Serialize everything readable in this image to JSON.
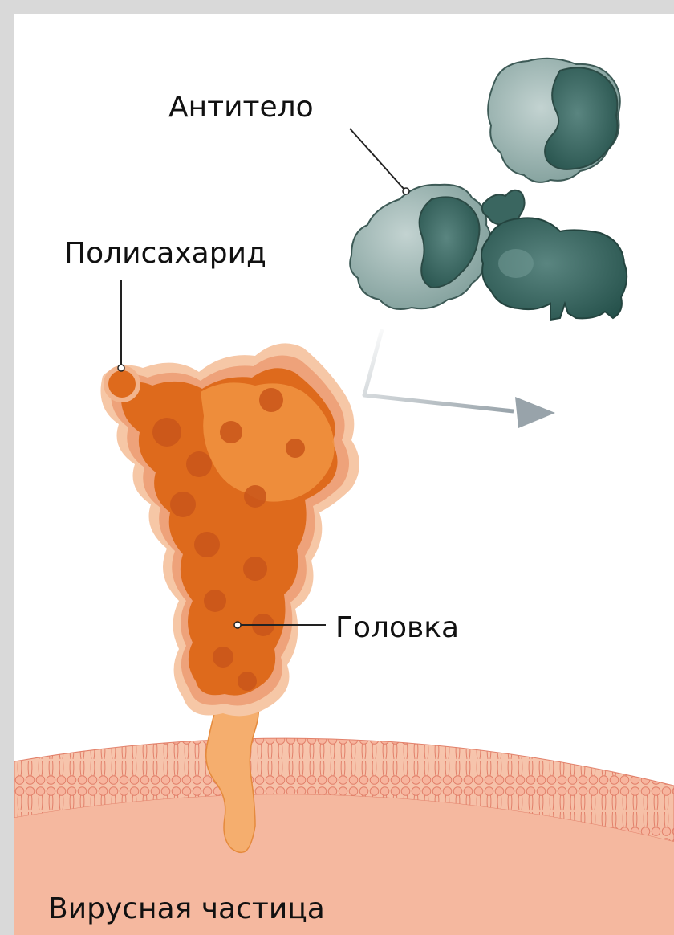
{
  "labels": {
    "antibody": "Антитело",
    "polysaccharide": "Полисахарид",
    "head": "Головка",
    "virus_particle": "Вирусная частица"
  },
  "icons": {
    "antibody": "antibody-molecule-icon",
    "glycoprotein": "glycoprotein-spike-icon",
    "membrane": "lipid-bilayer-membrane"
  },
  "colors": {
    "background": "#d9d9d9",
    "panel": "#ffffff",
    "antibody_light": "#9fb9b6",
    "antibody_dark": "#2f5f58",
    "protein_orange": "#de6a1c",
    "protein_halo": "#f2b48d",
    "stalk": "#f5ae6e",
    "membrane_fill": "#f6bfa6",
    "membrane_line": "#e6826a",
    "arrow": "#9aa5ab"
  }
}
